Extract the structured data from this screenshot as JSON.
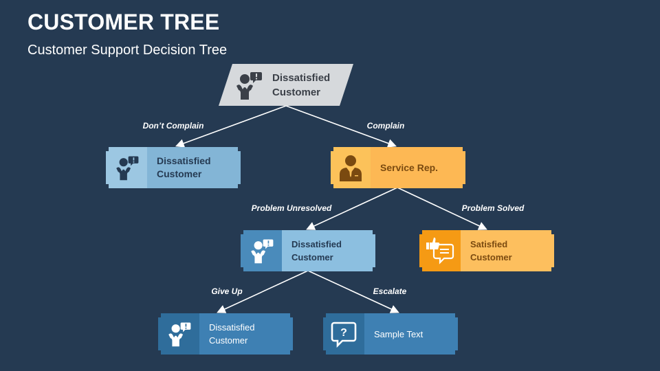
{
  "header": {
    "title": "CUSTOMER TREE",
    "subtitle": "Customer Support Decision Tree"
  },
  "root": {
    "line1": "Dissatisfied",
    "line2": "Customer",
    "icon": "confused-person-icon"
  },
  "edges": {
    "dont_complain": "Don’t Complain",
    "complain": "Complain",
    "problem_unresolved": "Problem Unresolved",
    "problem_solved": "Problem Solved",
    "give_up": "Give Up",
    "escalate": "Escalate"
  },
  "nodes": {
    "l1_left": {
      "line1": "Dissatisfied",
      "line2": "Customer",
      "icon": "confused-person-icon"
    },
    "l1_right": {
      "line1": "Service Rep.",
      "icon": "businessman-icon"
    },
    "l2_left": {
      "line1": "Dissatisfied",
      "line2": "Customer",
      "icon": "confused-person-icon"
    },
    "l2_right": {
      "line1": "Satisfied",
      "line2": "Customer",
      "icon": "thumbs-up-chat-icon"
    },
    "l3_left": {
      "line1": "Dissatisfied",
      "line2": "Customer",
      "icon": "confused-person-icon"
    },
    "l3_right": {
      "line1": "Sample Text",
      "icon": "question-bubble-icon"
    }
  },
  "colors": {
    "background": "#253a52",
    "light_blue_icon": "#9cc7e2",
    "light_blue_text": "#83b5d6",
    "orange_light_icon": "#fcc25a",
    "orange_light_text": "#fdb854",
    "mid_blue_icon": "#4a8bbb",
    "mid_blue_text": "#8cbfe0",
    "orange_icon": "#f59a14",
    "orange_text": "#fdbf5e",
    "dark_blue_icon": "#2f6d9b",
    "dark_blue_text": "#3e80b3"
  }
}
